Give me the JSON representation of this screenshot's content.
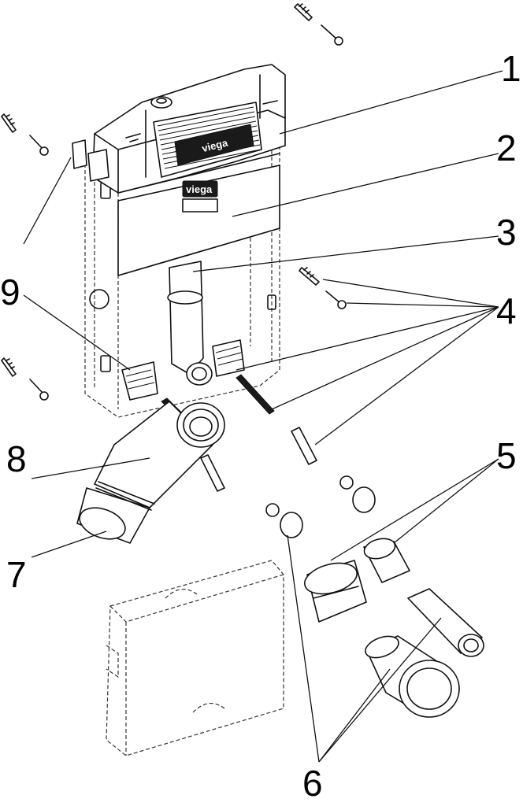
{
  "brand": {
    "logo_text": "viega"
  },
  "callouts": [
    {
      "id": "1",
      "label": "1"
    },
    {
      "id": "2",
      "label": "2"
    },
    {
      "id": "3",
      "label": "3"
    },
    {
      "id": "4",
      "label": "4"
    },
    {
      "id": "5",
      "label": "5"
    },
    {
      "id": "6",
      "label": "6"
    },
    {
      "id": "7",
      "label": "7"
    },
    {
      "id": "8",
      "label": "8"
    },
    {
      "id": "9",
      "label": "9"
    }
  ],
  "colors": {
    "line": "#111111",
    "background": "#ffffff"
  }
}
